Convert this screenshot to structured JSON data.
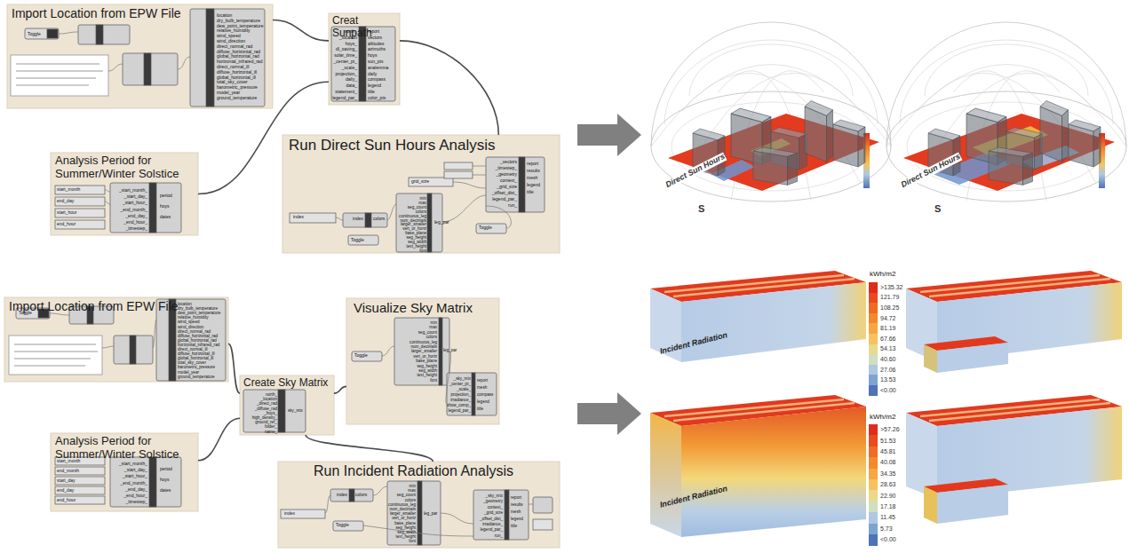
{
  "diagram": {
    "nodes": [
      {
        "text": [
          "Import Location from EPW File"
        ]
      },
      {
        "text": [
          "Creat Sunpath"
        ]
      },
      {
        "text": [
          "Run Direct Sun Hours Analysis"
        ]
      },
      {
        "text": [
          "Analysis Period for Summer/Winter Solstice"
        ]
      },
      {
        "text": [
          "Import Location from EPW File"
        ]
      },
      {
        "text": [
          "Visualize Sky Matrix"
        ]
      },
      {
        "text": [
          "Create Sky Matrix"
        ]
      },
      {
        "text": [
          "Analysis Period for Summer/Winter Solstice"
        ]
      },
      {
        "text": [
          "Run Incident Radiation Analysis"
        ]
      }
    ],
    "edges": [
      {
        "from": 0,
        "to": 1,
        "arrow": "none"
      },
      {
        "from": 3,
        "to": 1,
        "arrow": "none"
      },
      {
        "from": 1,
        "to": 2,
        "arrow": "none"
      },
      {
        "from": 4,
        "to": 6,
        "arrow": "none"
      },
      {
        "from": 7,
        "to": 6,
        "arrow": "none"
      },
      {
        "from": 6,
        "to": 5,
        "arrow": "none"
      },
      {
        "from": 6,
        "to": 8,
        "arrow": "none"
      }
    ],
    "labels": [
      "location",
      "dry_bulb_temperature",
      "dew_point_temperature",
      "relative_humidity",
      "wind_speed",
      "wind_direction",
      "direct_normal_rad",
      "diffuse_horizontal_rad",
      "global_horizontal_rad",
      "horizontal_infrared_rad",
      "direct_normal_ill",
      "diffuse_horizontal_ill",
      "global_horizontal_ill",
      "total_sky_cover",
      "barometric_pressure",
      "model_year",
      "ground_temperature",
      "Toggle",
      "north_",
      "_location",
      "hoys_",
      "dl_saving_",
      "solar_time_",
      "_center_pt_",
      "_scale_",
      "projection_",
      "daily_",
      "data_",
      "statement_",
      "legend_par_",
      "report",
      "vectors",
      "altitudes",
      "azimuths",
      "hoys",
      "sun_pts",
      "analemma",
      "daily",
      "compass",
      "legend",
      "title",
      "color_pts",
      "_start_month_",
      "_start_day_",
      "_start_hour_",
      "_end_month_",
      "_end_day_",
      "_end_hour_",
      "_timestep_",
      "period",
      "hoys",
      "dates",
      "start_month",
      "end_day",
      "start_hour",
      "end_hour",
      "_vectors",
      "_timestep_",
      "_geometry",
      "context_",
      "_grid_size",
      "_offset_dist_",
      "legend_par_",
      "run_",
      "report",
      "results",
      "mesh",
      "legend",
      "title",
      "min",
      "max",
      "seg_count",
      "colors",
      "continuous_leg",
      "num_decimals",
      "larger_smaller",
      "vert_or_horiz",
      "base_plane",
      "seg_height",
      "seg_width",
      "text_height",
      "font",
      "leg_par",
      "index",
      "colors",
      "index",
      "Toggle",
      "Toggle",
      "grid_size",
      "location",
      "dry_bulb_temperature",
      "dew_point_temperature",
      "relative_humidity",
      "wind_speed",
      "wind_direction",
      "direct_normal_rad",
      "diffuse_horizontal_rad",
      "global_horizontal_rad",
      "horizontal_infrared_rad",
      "direct_normal_ill",
      "diffuse_horizontal_ill",
      "global_horizontal_ill",
      "total_sky_cover",
      "barometric_pressure",
      "model_year",
      "ground_temperature",
      "Toggle",
      "north_",
      "_location",
      "_direct_rad",
      "_diffuse_rad",
      "_hoys_",
      "high_density_",
      "ground_ref_",
      "folder_",
      "name_",
      "sky_mtx",
      "_start_month_",
      "_start_day_",
      "_start_hour_",
      "_end_month_",
      "_end_day_",
      "_end_hour_",
      "_timestep_",
      "period",
      "hoys",
      "dates",
      "start_month",
      "end_month",
      "start_day",
      "end_day",
      "end_hour",
      "min",
      "max",
      "seg_count",
      "colors",
      "continuous_leg",
      "num_decimals",
      "larger_smaller",
      "vert_or_horiz",
      "base_plane",
      "seg_height",
      "seg_width",
      "text_height",
      "font",
      "leg_par",
      "_sky_mtx",
      "_center_pt_",
      "_scale_",
      "projection_",
      "irradiance_",
      "show_comp_",
      "legend_par_",
      "report",
      "mesh",
      "compass",
      "legend",
      "title",
      "Toggle",
      "index",
      "index",
      "colors",
      "min",
      "max",
      "seg_count",
      "colors",
      "continuous_leg",
      "num_decimals",
      "larger_smaller",
      "vert_or_horiz",
      "base_plane",
      "seg_height",
      "seg_width",
      "text_height",
      "font",
      "leg_par",
      "Toggle",
      "_sky_mtx",
      "_geometry",
      "context_",
      "_grid_size",
      "_offset_dist_",
      "irradiance_",
      "legend_par_",
      "run_",
      "report",
      "results",
      "mesh",
      "legend",
      "title",
      "Direct Sun Hours",
      "S",
      "Direct Sun Hours",
      "S",
      "Incident Radiation",
      "kWh/m2",
      "Incident Radiation",
      "kWh/m2"
    ],
    "legend": [
      {
        "text": ">135.32",
        "color": "#e02c1b"
      },
      {
        "text": "121.79",
        "color": "#ea4a1e"
      },
      {
        "text": "108.25",
        "color": "#f06a24"
      },
      {
        "text": "94.72",
        "color": "#f4892c"
      },
      {
        "text": "81.19",
        "color": "#f7a640"
      },
      {
        "text": "67.66",
        "color": "#f6c25e"
      },
      {
        "text": "54.13",
        "color": "#e9d98a"
      },
      {
        "text": "40.60",
        "color": "#cfdfc0"
      },
      {
        "text": "27.06",
        "color": "#aec8e0"
      },
      {
        "text": "13.53",
        "color": "#7fa3d0"
      },
      {
        "text": "<0.00",
        "color": "#4f72b8"
      },
      {
        "text": ">57.26",
        "color": "#e02c1b"
      },
      {
        "text": "51.53",
        "color": "#ea4a1e"
      },
      {
        "text": "45.81",
        "color": "#f06a24"
      },
      {
        "text": "40.08",
        "color": "#f4892c"
      },
      {
        "text": "34.35",
        "color": "#f7a640"
      },
      {
        "text": "28.63",
        "color": "#f6c25e"
      },
      {
        "text": "22.90",
        "color": "#e9d98a"
      },
      {
        "text": "17.18",
        "color": "#cfdfc0"
      },
      {
        "text": "11.45",
        "color": "#aec8e0"
      },
      {
        "text": "5.73",
        "color": "#7fa3d0"
      },
      {
        "text": "<0.00",
        "color": "#4f72b8"
      }
    ]
  }
}
